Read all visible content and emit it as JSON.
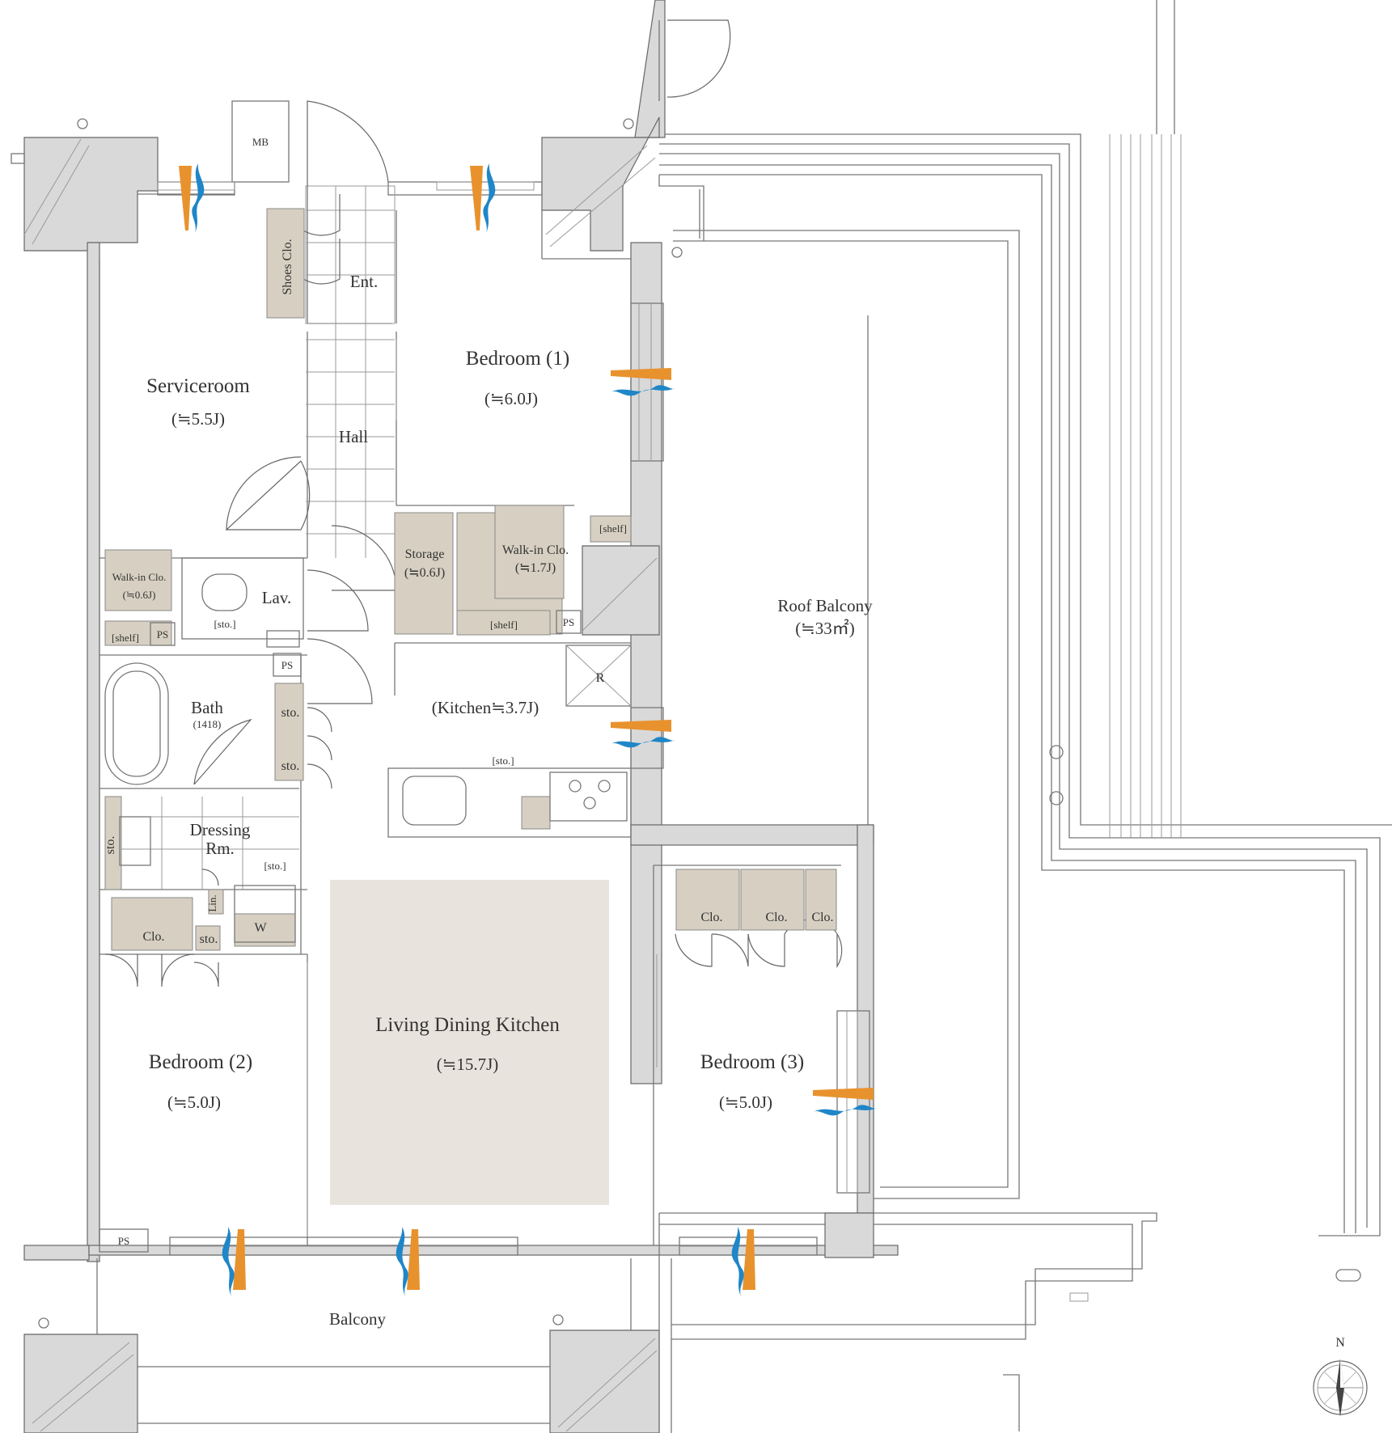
{
  "rooms": {
    "serviceroom": {
      "name": "Serviceroom",
      "size": "(≒5.5J)"
    },
    "bedroom1": {
      "name": "Bedroom (1)",
      "size": "(≒6.0J)"
    },
    "bedroom2": {
      "name": "Bedroom (2)",
      "size": "(≒5.0J)"
    },
    "bedroom3": {
      "name": "Bedroom (3)",
      "size": "(≒5.0J)"
    },
    "ldk": {
      "name": "Living Dining Kitchen",
      "size": "(≒15.7J)"
    },
    "kitchen": {
      "name": "(Kitchen≒3.7J)"
    },
    "hall": {
      "name": "Hall"
    },
    "ent": {
      "name": "Ent."
    },
    "lav": {
      "name": "Lav."
    },
    "bath": {
      "name": "Bath",
      "size": "(1418)"
    },
    "dressing": {
      "line1": "Dressing",
      "line2": "Rm."
    },
    "storage": {
      "name": "Storage",
      "size": "(≒0.6J)"
    },
    "walkin1": {
      "name": "Walk-in Clo.",
      "size": "(≒1.7J)"
    },
    "walkin2": {
      "name": "Walk-in Clo.",
      "size": "(≒0.6J)"
    },
    "roof_balcony": {
      "name": "Roof Balcony",
      "size": "(≒33㎡)"
    },
    "balcony": {
      "name": "Balcony"
    }
  },
  "fixtures": {
    "mb": "MB",
    "shoes": "Shoes Clo.",
    "ps": "PS",
    "shelf": "[shelf]",
    "sto_bracket": "[sto.]",
    "sto": "sto.",
    "clo": "Clo.",
    "lin": "Lin.",
    "w": "W",
    "r": "R"
  },
  "compass": {
    "north": "N"
  },
  "colors": {
    "wall": "#d9d9d9",
    "storage": "#d7d0c2",
    "ldk_area": "#e9e3dd",
    "airflow_in": "#e8922e",
    "airflow_out": "#1f86c8"
  }
}
